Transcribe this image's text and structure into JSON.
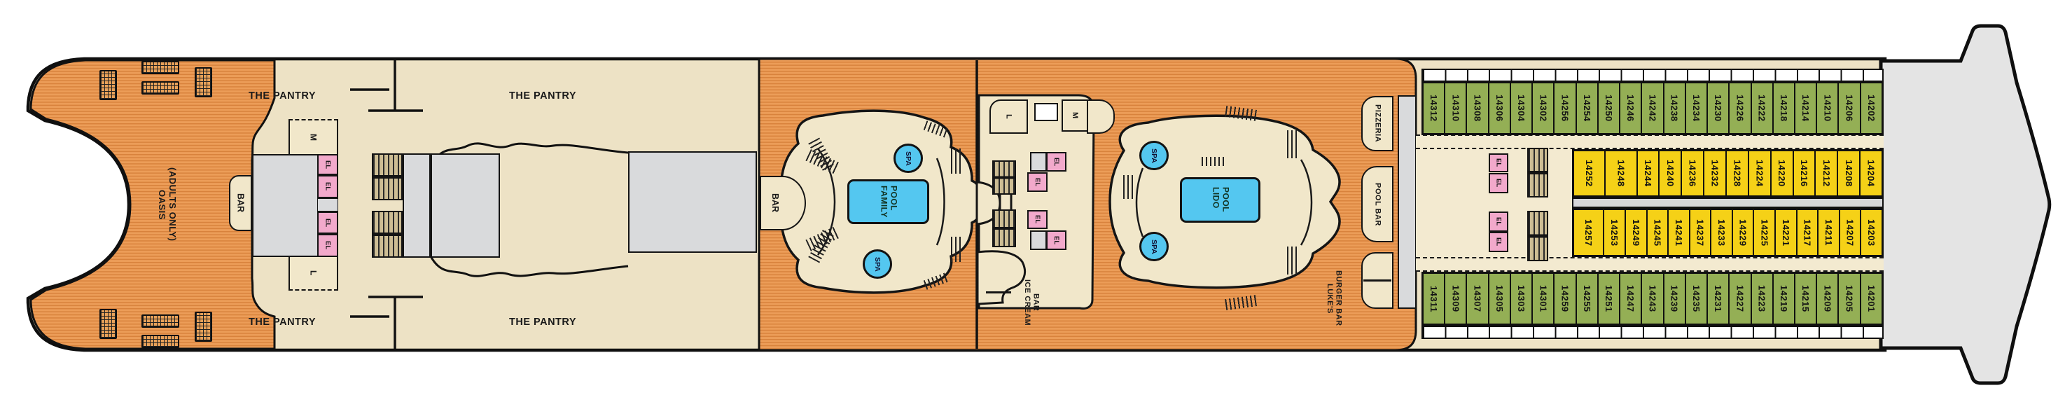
{
  "labels": {
    "pantry": "THE PANTRY",
    "oasis": "OASIS\n(ADULTS ONLY)",
    "bar": "BAR",
    "family_pool": "FAMILY\nPOOL",
    "lido_pool": "LIDO\nPOOL",
    "spa": "SPA",
    "pizzeria": "PIZZERIA",
    "pool_bar": "POOL BAR",
    "lukes_burger_bar": "LUKE'S\nBURGER BAR",
    "ice_cream_bar": "ICE CREAM\nBAR",
    "elevator": "EL",
    "restroom_men": "M",
    "restroom_ladies": "L"
  },
  "cabins": {
    "top_row": [
      "14312",
      "14310",
      "14308",
      "14306",
      "14304",
      "14302",
      "14256",
      "14254",
      "14250",
      "14246",
      "14242",
      "14238",
      "14234",
      "14230",
      "14226",
      "14222",
      "14218",
      "14214",
      "14210",
      "14206",
      "14202"
    ],
    "upper_inside_row": [
      "14252",
      "14248",
      "14244",
      "14240",
      "14236",
      "14232",
      "14228",
      "14224",
      "14220",
      "14216",
      "14212",
      "14208",
      "14204"
    ],
    "lower_inside_row": [
      "14257",
      "14253",
      "14249",
      "14245",
      "14241",
      "14237",
      "14233",
      "14229",
      "14225",
      "14221",
      "14217",
      "14211",
      "14207",
      "14203"
    ],
    "bottom_row": [
      "14311",
      "14309",
      "14307",
      "14305",
      "14303",
      "14301",
      "14259",
      "14255",
      "14251",
      "14247",
      "14243",
      "14239",
      "14235",
      "14231",
      "14227",
      "14223",
      "14219",
      "14215",
      "14209",
      "14205",
      "14201"
    ]
  },
  "colors": {
    "wood": "#EC9D58",
    "wood_stripe": "#D8823C",
    "hull_beige": "#EDE2C5",
    "structure_cream": "#F1E7CA",
    "grey": "#D9DADC",
    "elevator_pink": "#F2A9CB",
    "pool_blue": "#54C7F0",
    "cabin_green": "#94AF55",
    "cabin_yellow": "#F5D117",
    "bow_grey": "#E4E4E4",
    "outline": "#141414"
  }
}
